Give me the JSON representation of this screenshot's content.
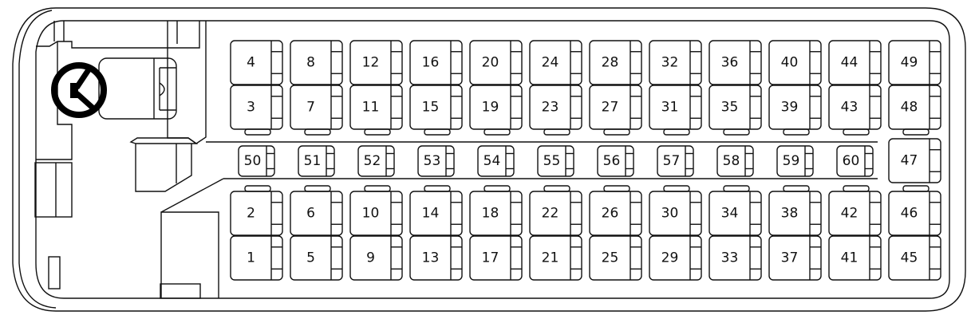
{
  "title": "Bus seating layout",
  "seats": {
    "row_top": [
      "4",
      "8",
      "12",
      "16",
      "20",
      "24",
      "28",
      "32",
      "36",
      "40",
      "44",
      "49"
    ],
    "row_upper": [
      "3",
      "7",
      "11",
      "15",
      "19",
      "23",
      "27",
      "31",
      "35",
      "39",
      "43",
      "48"
    ],
    "aisle": [
      "50",
      "51",
      "52",
      "53",
      "54",
      "55",
      "56",
      "57",
      "58",
      "59",
      "60"
    ],
    "back_center": "47",
    "row_lower": [
      "2",
      "6",
      "10",
      "14",
      "18",
      "22",
      "26",
      "30",
      "34",
      "38",
      "42",
      "46"
    ],
    "row_bottom": [
      "1",
      "5",
      "9",
      "13",
      "17",
      "21",
      "25",
      "29",
      "33",
      "37",
      "41",
      "45"
    ]
  },
  "colors": {
    "line": "#111111",
    "background": "#ffffff"
  }
}
